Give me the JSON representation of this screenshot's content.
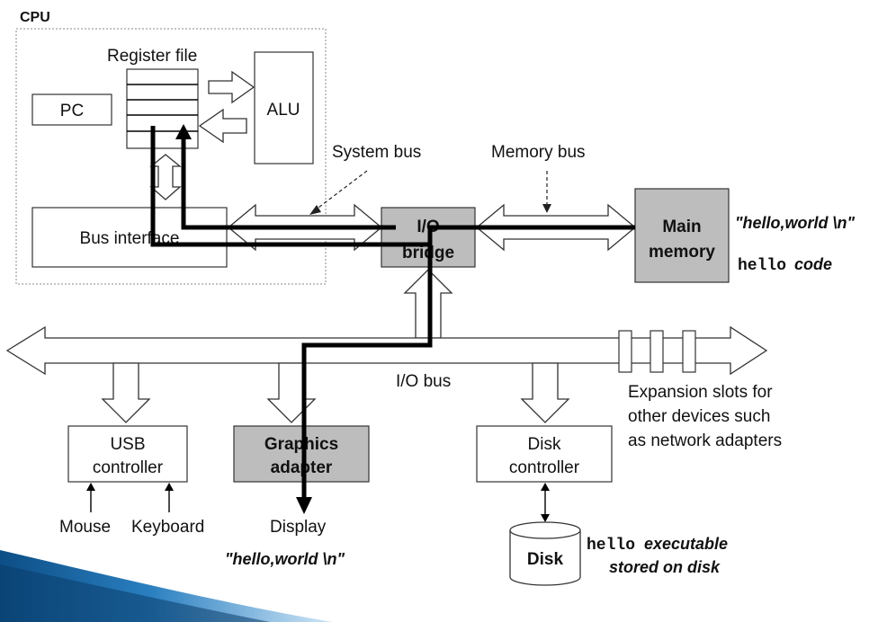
{
  "cpu": {
    "title": "CPU",
    "register_file": "Register file",
    "pc": "PC",
    "alu": "ALU",
    "bus_interface": "Bus interface"
  },
  "buses": {
    "system_bus": "System bus",
    "memory_bus": "Memory bus",
    "io_bus": "I/O bus"
  },
  "io_bridge": {
    "line1": "I/O",
    "line2": "bridge"
  },
  "main_memory": {
    "line1": "Main",
    "line2": "memory"
  },
  "memory_notes": {
    "string": "\"hello,world \\n\"",
    "code_mono": "hello",
    "code_text": "code"
  },
  "usb": {
    "line1": "USB",
    "line2": "controller",
    "mouse": "Mouse",
    "keyboard": "Keyboard"
  },
  "graphics": {
    "line1": "Graphics",
    "line2": "adapter",
    "display": "Display",
    "display_string": "\"hello,world \\n\""
  },
  "disk_controller": {
    "line1": "Disk",
    "line2": "controller"
  },
  "disk": {
    "label": "Disk",
    "note_mono": "hello",
    "note_text": "executable",
    "note_line2": "stored on disk"
  },
  "expansion": {
    "line1": "Expansion slots for",
    "line2": "other devices such",
    "line3": "as network adapters"
  },
  "colors": {
    "gray_box": "#bdbdbd",
    "data_path": "#000000",
    "accent_bar": "#1f6aa5"
  }
}
